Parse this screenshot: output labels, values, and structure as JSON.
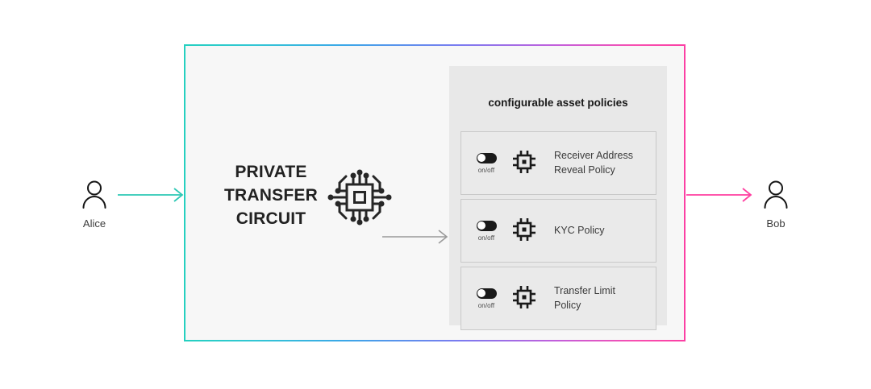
{
  "diagram": {
    "actors": {
      "sender": {
        "label": "Alice",
        "icon": "person-icon"
      },
      "receiver": {
        "label": "Bob",
        "icon": "person-icon"
      }
    },
    "arrows": {
      "inbound": {
        "icon": "arrow-right-icon",
        "color": "#2ec8b4"
      },
      "outbound": {
        "icon": "arrow-right-icon",
        "color": "#ff3fa0"
      },
      "connector": {
        "icon": "arrow-right-icon",
        "color": "#9a9a9a"
      }
    },
    "circuit": {
      "title": "PRIVATE\nTRANSFER\nCIRCUIT",
      "icon": "circuit-chip-icon",
      "frame_gradient": {
        "start": "#25d0c0",
        "mid": "#7b7bf0",
        "end": "#fb3fa4"
      },
      "background": "#f7f7f7"
    },
    "policies": {
      "heading": "configurable asset policies",
      "panel_background": "#e8e8e8",
      "items": [
        {
          "label": "Receiver Address\nReveal Policy",
          "toggle": {
            "state": "off",
            "caption": "on/off"
          },
          "icon": "chip-icon"
        },
        {
          "label": "KYC Policy",
          "toggle": {
            "state": "off",
            "caption": "on/off"
          },
          "icon": "chip-icon"
        },
        {
          "label": "Transfer Limit\nPolicy",
          "toggle": {
            "state": "off",
            "caption": "on/off"
          },
          "icon": "chip-icon"
        }
      ]
    }
  }
}
